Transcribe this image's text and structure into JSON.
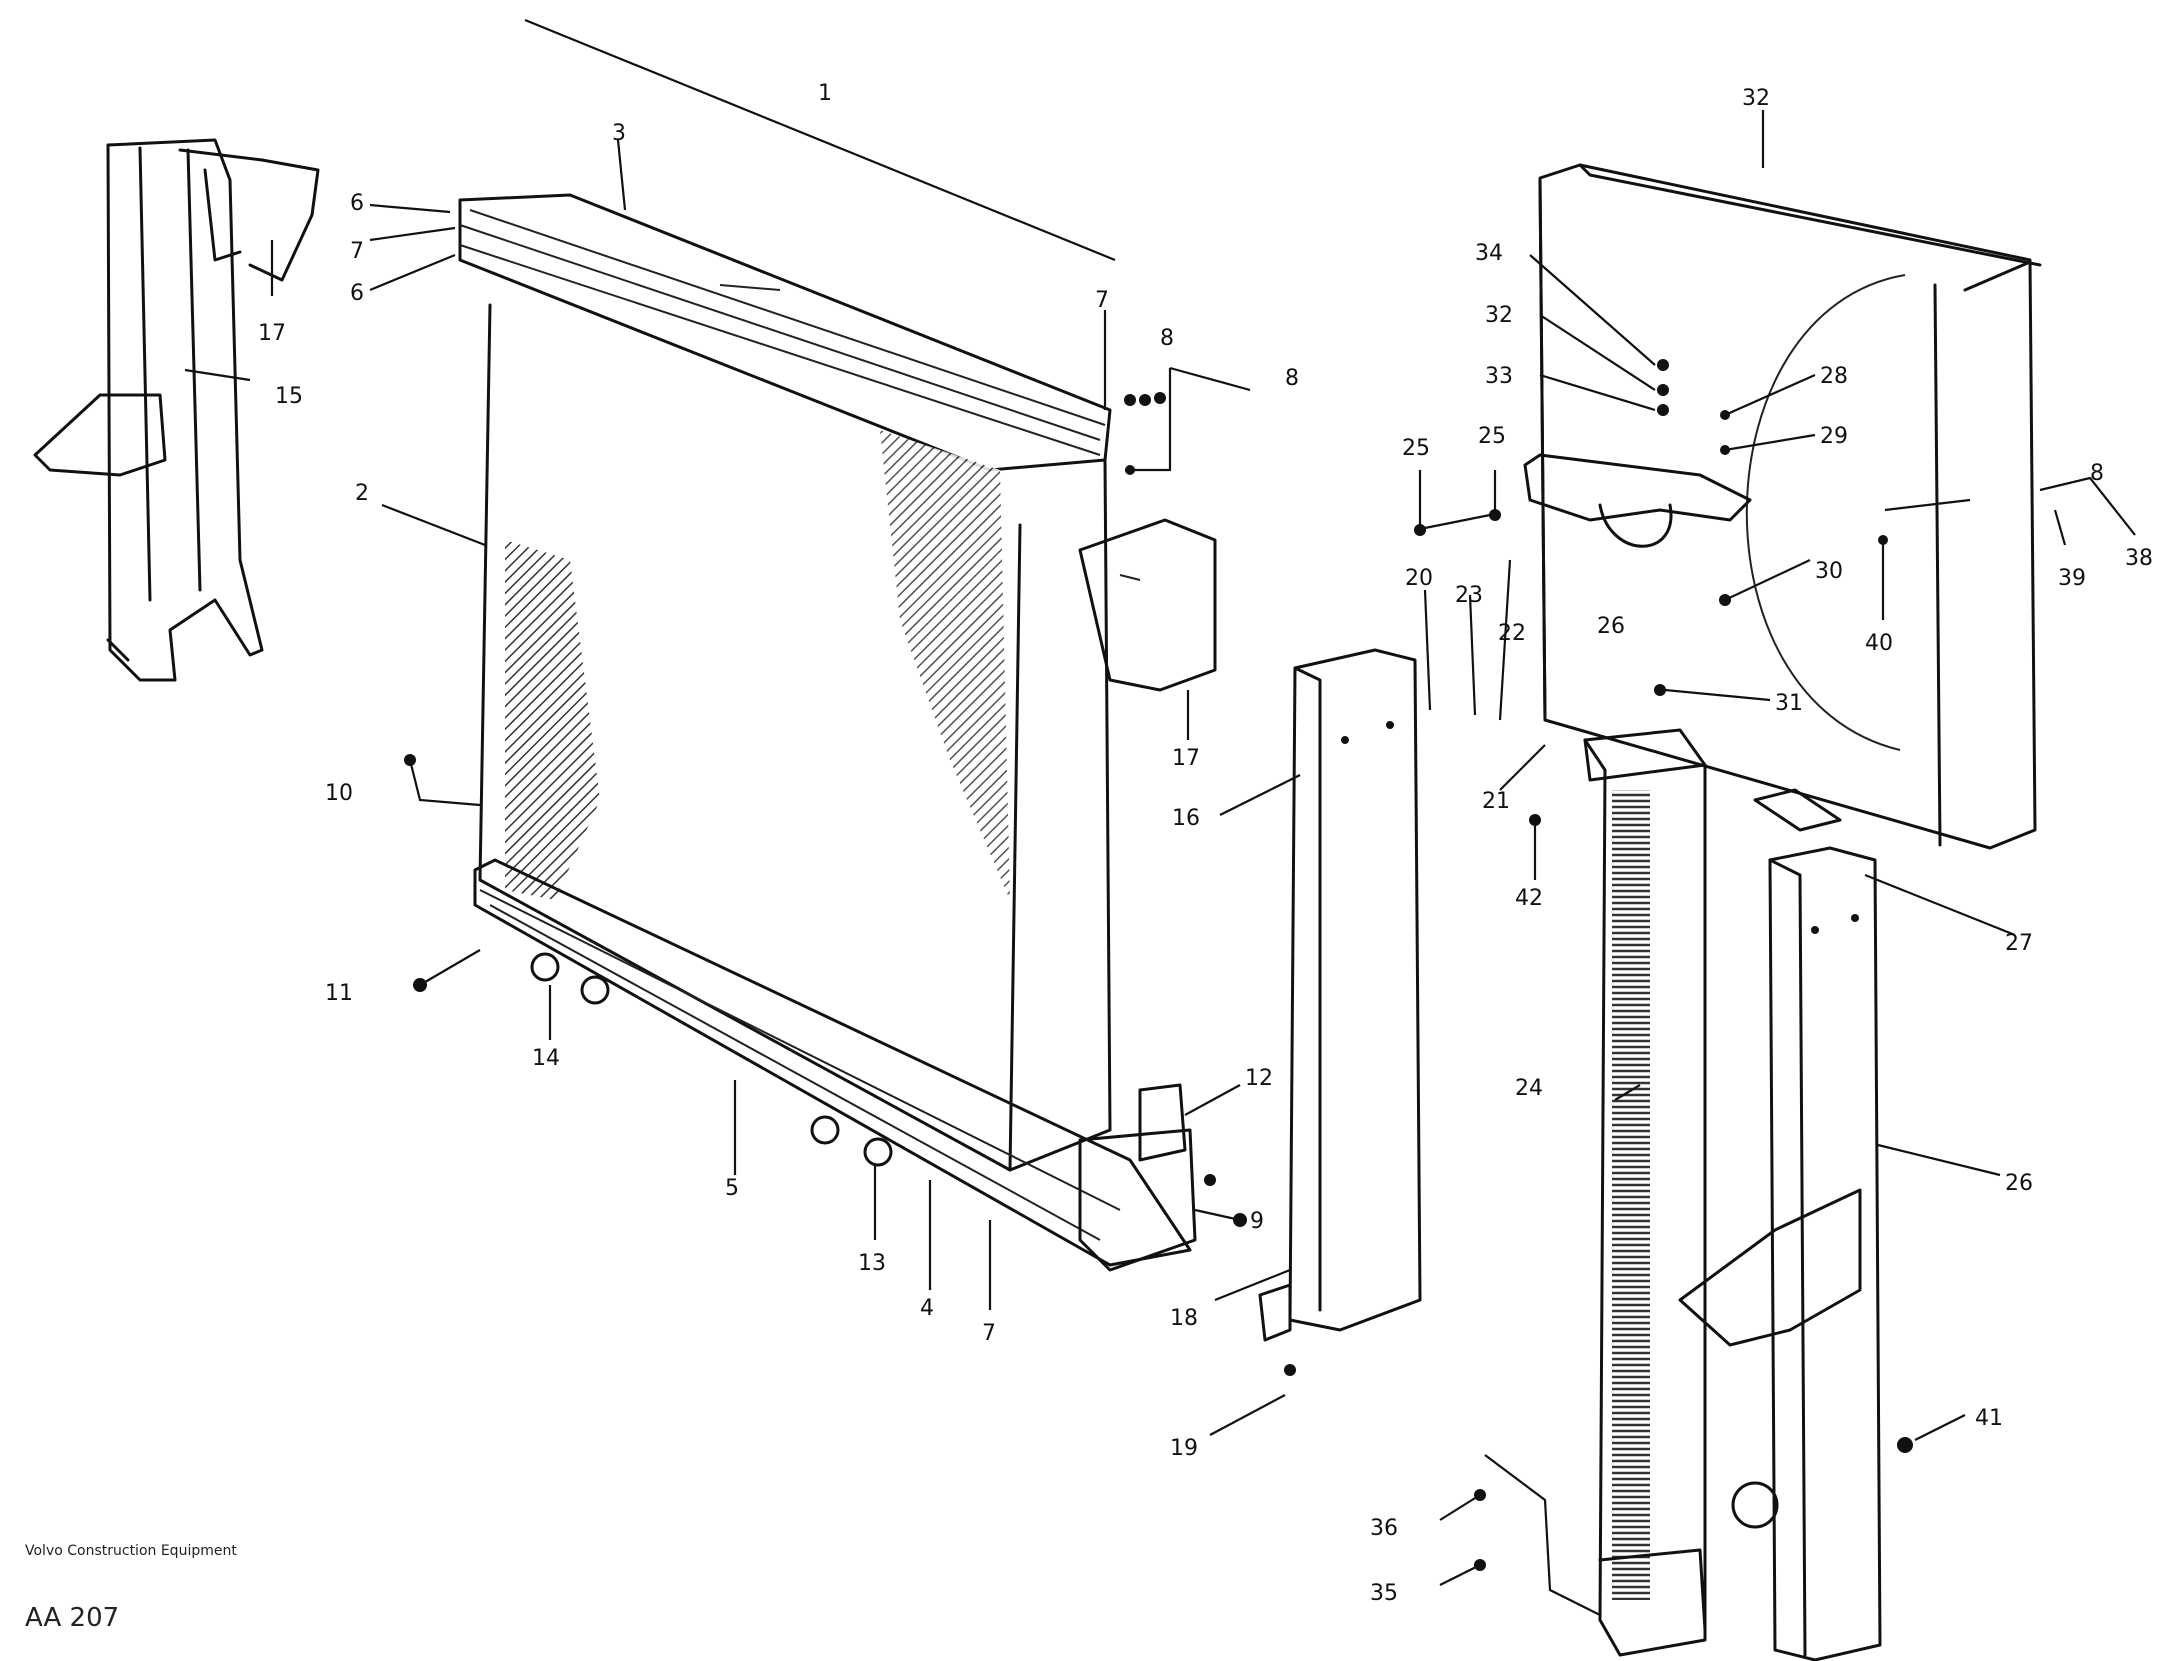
{
  "callouts": [
    {
      "id": "c1",
      "text": "1"
    },
    {
      "id": "c3",
      "text": "3"
    },
    {
      "id": "c6a",
      "text": "6"
    },
    {
      "id": "c7a",
      "text": "7"
    },
    {
      "id": "c6b",
      "text": "6"
    },
    {
      "id": "c17a",
      "text": "17"
    },
    {
      "id": "c15",
      "text": "15"
    },
    {
      "id": "c2",
      "text": "2"
    },
    {
      "id": "c7b",
      "text": "7"
    },
    {
      "id": "c8a",
      "text": "8"
    },
    {
      "id": "c8b",
      "text": "8"
    },
    {
      "id": "c10",
      "text": "10"
    },
    {
      "id": "c11",
      "text": "11"
    },
    {
      "id": "c14",
      "text": "14"
    },
    {
      "id": "c5",
      "text": "5"
    },
    {
      "id": "c13",
      "text": "13"
    },
    {
      "id": "c4",
      "text": "4"
    },
    {
      "id": "c7c",
      "text": "7"
    },
    {
      "id": "c12",
      "text": "12"
    },
    {
      "id": "c9",
      "text": "9"
    },
    {
      "id": "c17b",
      "text": "17"
    },
    {
      "id": "c16",
      "text": "16"
    },
    {
      "id": "c18",
      "text": "18"
    },
    {
      "id": "c19",
      "text": "19"
    },
    {
      "id": "c32",
      "text": "32"
    },
    {
      "id": "c34",
      "text": "34"
    },
    {
      "id": "c32b",
      "text": "32"
    },
    {
      "id": "c33",
      "text": "33"
    },
    {
      "id": "c28",
      "text": "28"
    },
    {
      "id": "c29",
      "text": "29"
    },
    {
      "id": "c25a",
      "text": "25"
    },
    {
      "id": "c25b",
      "text": "25"
    },
    {
      "id": "c20",
      "text": "20"
    },
    {
      "id": "c23",
      "text": "23"
    },
    {
      "id": "c22",
      "text": "22"
    },
    {
      "id": "c26",
      "text": "26"
    },
    {
      "id": "c30",
      "text": "30"
    },
    {
      "id": "c31",
      "text": "31"
    },
    {
      "id": "c21",
      "text": "21"
    },
    {
      "id": "c8c",
      "text": "8"
    },
    {
      "id": "c39",
      "text": "39"
    },
    {
      "id": "c38",
      "text": "38"
    },
    {
      "id": "c40",
      "text": "40"
    },
    {
      "id": "c42",
      "text": "42"
    },
    {
      "id": "c27",
      "text": "27"
    },
    {
      "id": "c24",
      "text": "24"
    },
    {
      "id": "c26b",
      "text": "26"
    },
    {
      "id": "c41",
      "text": "41"
    },
    {
      "id": "c36",
      "text": "36"
    },
    {
      "id": "c35",
      "text": "35"
    }
  ],
  "footer": {
    "line1": "Volvo Construction Equipment",
    "line2": "",
    "code": "AA 207"
  }
}
